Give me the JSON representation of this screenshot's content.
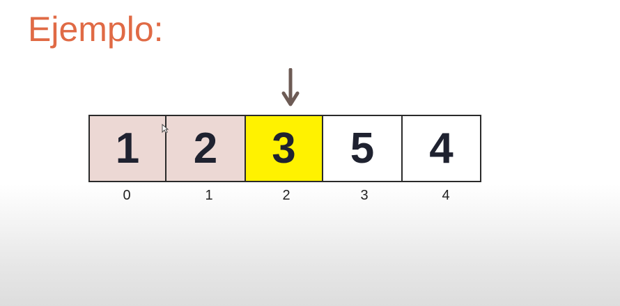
{
  "slide": {
    "title": "Ejemplo:"
  },
  "colors": {
    "title": "#e06a45",
    "sorted_cell": "#ecd8d4",
    "current_cell": "#fff200",
    "default_cell": "#ffffff",
    "arrow": "#6d5b55",
    "border": "#2a2a2a"
  },
  "array": {
    "pointer_icon": "down-arrow-icon",
    "pointer_index": 2,
    "cells": [
      {
        "value": "1",
        "index": "0",
        "state": "sorted"
      },
      {
        "value": "2",
        "index": "1",
        "state": "sorted"
      },
      {
        "value": "3",
        "index": "2",
        "state": "current"
      },
      {
        "value": "5",
        "index": "3",
        "state": "default"
      },
      {
        "value": "4",
        "index": "4",
        "state": "default"
      }
    ]
  },
  "cursor": {
    "icon": "mouse-pointer-icon"
  }
}
